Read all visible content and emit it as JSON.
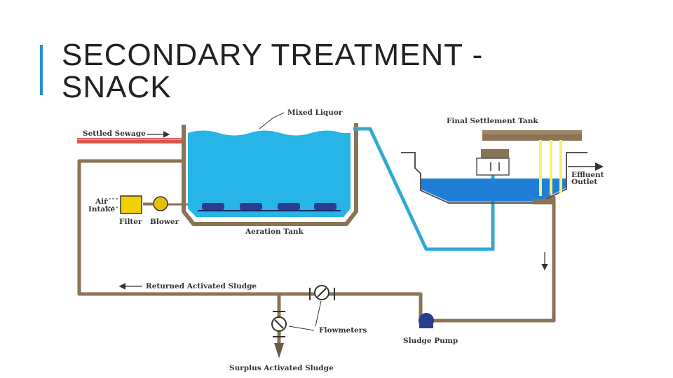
{
  "title": {
    "line1": "SECONDARY TREATMENT -",
    "line2": "SNACK"
  },
  "colors": {
    "accent": "#2b8fc9",
    "pipe": "#8b7355",
    "water": "#27b4e6",
    "sewage_pipe": "#d9534f",
    "filter": "#f2d000",
    "blower": "#e6c000",
    "pump": "#2a3d8f",
    "weir": "#f5f07a"
  },
  "labels": {
    "settled_sewage": "Settled Sewage",
    "mixed_liquor": "Mixed Liquor",
    "final_settlement_tank": "Final Settlement Tank",
    "effluent_outlet_line1": "Effluent",
    "effluent_outlet_line2": "Outlet",
    "air_intake_line1": "Air",
    "air_intake_line2": "Intake",
    "filter": "Filter",
    "blower": "Blower",
    "aeration_tank": "Aeration Tank",
    "returned_activated_sludge": "Returned Activated Sludge",
    "flowmeters": "Flowmeters",
    "sludge_pump": "Sludge Pump",
    "surplus_activated_sludge": "Surplus Activated Sludge"
  }
}
